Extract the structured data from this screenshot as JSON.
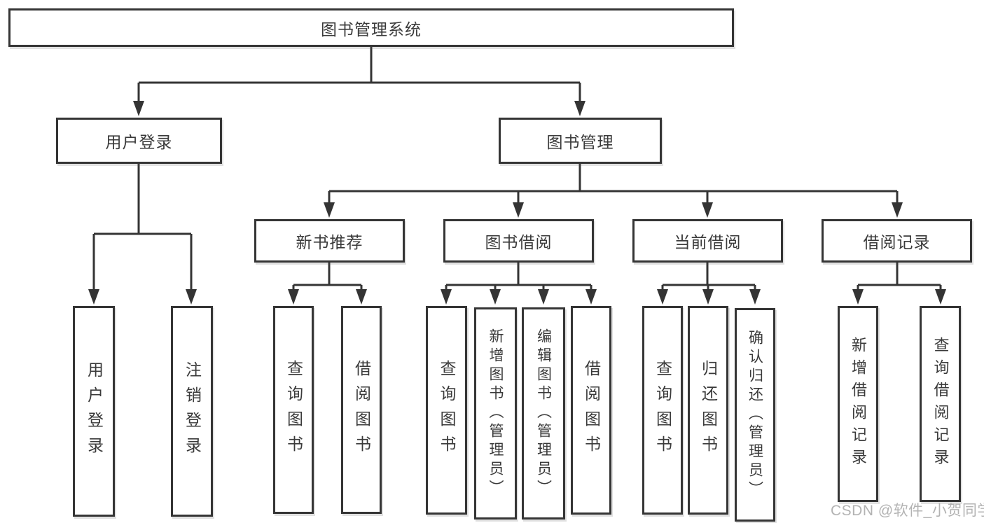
{
  "tree": {
    "root": "图书管理系统",
    "login": {
      "label": "用户登录",
      "children": [
        "用户登录",
        "注销登录"
      ]
    },
    "mgmt": {
      "label": "图书管理",
      "sections": [
        {
          "label": "新书推荐",
          "children": [
            "查询图书",
            "借阅图书"
          ]
        },
        {
          "label": "图书借阅",
          "children": [
            "查询图书",
            "新增图书（管理员）",
            "编辑图书（管理员）",
            "借阅图书"
          ]
        },
        {
          "label": "当前借阅",
          "children": [
            "查询图书",
            "归还图书",
            "确认归还（管理员）"
          ]
        },
        {
          "label": "借阅记录",
          "children": [
            "新增借阅记录",
            "查询借阅记录"
          ]
        }
      ]
    }
  },
  "watermark": "CSDN @软件_小贺同学",
  "colors": {
    "line": "#343434",
    "text": "#3a3a3a",
    "background": "#ffffff",
    "watermark": "#b3b3b3"
  }
}
